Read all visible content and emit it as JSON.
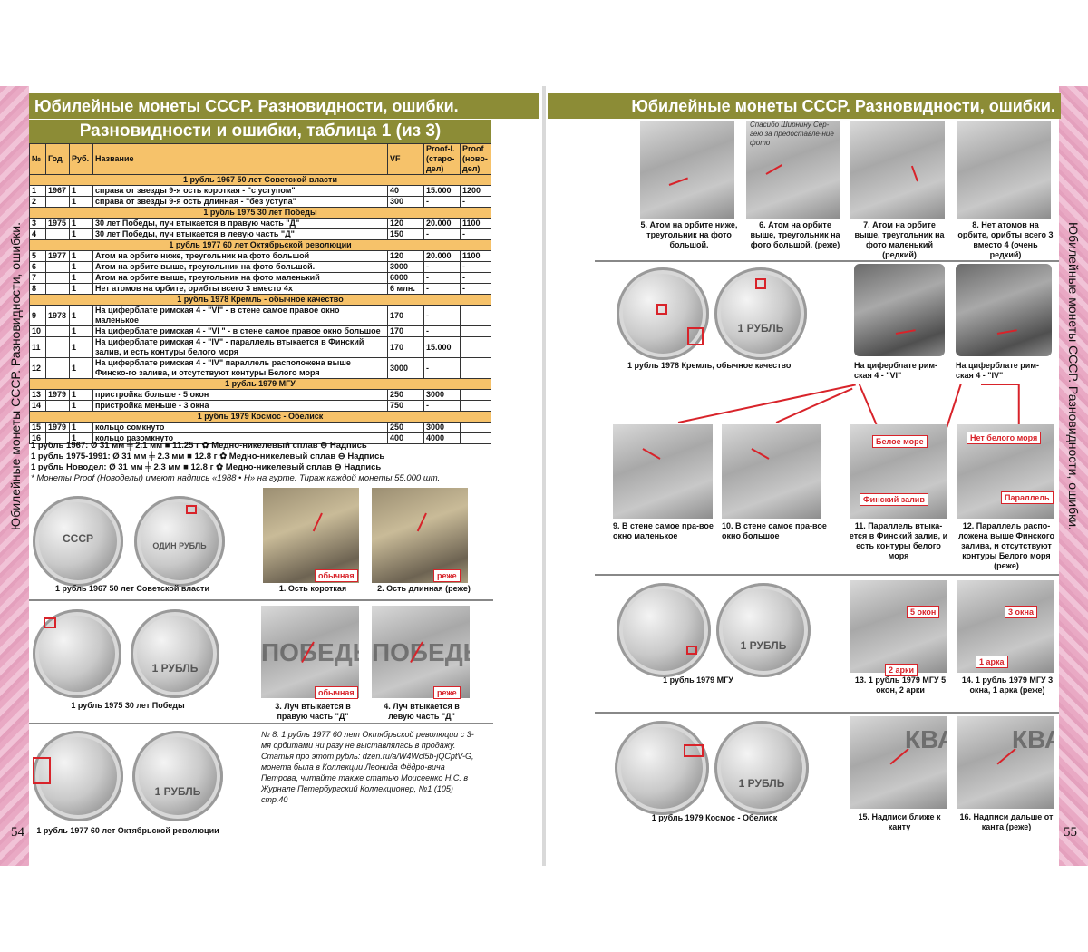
{
  "header_left": "Юбилейные монеты СССР. Разновидности, ошибки.",
  "header_right": "Юбилейные монеты СССР. Разновидности, ошибки.",
  "side_title": "Юбилейные монеты СССР. Разновидности, ошибки.",
  "page_left": "54",
  "page_right": "55",
  "table_title": "Разновидности и ошибки, таблица 1 (из 3)",
  "table_headers": [
    "№",
    "Год",
    "Руб.",
    "Название",
    "VF",
    "Proof-l. (старо-дел)",
    "Proof (ново-дел)"
  ],
  "sections": [
    {
      "title": "1 рубль 1967 50 лет Советской власти",
      "rows": [
        [
          "1",
          "1967",
          "1",
          "справа от звезды 9-я ость короткая - \"с уступом\"",
          "40",
          "15.000",
          "1200"
        ],
        [
          "2",
          "",
          "1",
          "справа от звезды 9-я ость длинная - \"без уступа\"",
          "300",
          "-",
          "-"
        ]
      ]
    },
    {
      "title": "1 рубль 1975 30 лет Победы",
      "rows": [
        [
          "3",
          "1975",
          "1",
          "30 лет Победы, луч втыкается в правую часть \"Д\"",
          "120",
          "20.000",
          "1100"
        ],
        [
          "4",
          "",
          "1",
          "30 лет Победы, луч втыкается в левую часть \"Д\"",
          "150",
          "-",
          "-"
        ]
      ]
    },
    {
      "title": "1 рубль 1977 60 лет Октябрьской революции",
      "rows": [
        [
          "5",
          "1977",
          "1",
          "Атом на орбите ниже, треугольник на фото большой",
          "120",
          "20.000",
          "1100"
        ],
        [
          "6",
          "",
          "1",
          "Атом на орбите выше, треугольник на фото большой.",
          "3000",
          "-",
          "-"
        ],
        [
          "7",
          "",
          "1",
          "Атом на орбите выше, треугольник на фото маленький",
          "6000",
          "-",
          "-"
        ],
        [
          "8",
          "",
          "1",
          "Нет атомов на орбите, орибты всего 3 вместо 4х",
          "6 млн.",
          "-",
          "-"
        ]
      ]
    },
    {
      "title": "1 рубль 1978 Кремль - обычное качество",
      "rows": [
        [
          "9",
          "1978",
          "1",
          "На циферблате римская 4 - \"VI\" - в стене самое правое окно маленькое",
          "170",
          "-",
          ""
        ],
        [
          "10",
          "",
          "1",
          "На циферблате римская 4 - \"VI \" - в стене самое правое окно большое",
          "170",
          "-",
          ""
        ],
        [
          "11",
          "",
          "1",
          "На циферблате римская 4 - \"IV\" - параллель втыкается в Финский залив, и есть контуры белого моря",
          "170",
          "15.000",
          ""
        ],
        [
          "12",
          "",
          "1",
          "На циферблате римская 4 - \"IV\" параллель расположена выше Финско-го залива, и отсутствуют контуры Белого моря",
          "3000",
          "-",
          ""
        ]
      ]
    },
    {
      "title": "1 рубль 1979 МГУ",
      "rows": [
        [
          "13",
          "1979",
          "1",
          "пристройка больше - 5 окон",
          "250",
          "3000",
          ""
        ],
        [
          "14",
          "",
          "1",
          "пристройка меньше - 3 окна",
          "750",
          "-",
          ""
        ]
      ]
    },
    {
      "title": "1 рубль 1979 Космос - Обелиск",
      "rows": [
        [
          "15",
          "1979",
          "1",
          "кольцо сомкнуто",
          "250",
          "3000",
          ""
        ],
        [
          "16",
          "",
          "1",
          "кольцо разомкнуто",
          "400",
          "4000",
          ""
        ]
      ]
    }
  ],
  "notes": {
    "line1": "1 рубль 1967:        Ø 31 мм  ╪ 2.1 мм  ■ 11.25 г  ✿ Медно-никелевый сплав  ⊖ Надпись",
    "line2": "1 рубль 1975-1991: Ø 31 мм  ╪ 2.3 мм  ■ 12.8 г  ✿ Медно-никелевый сплав  ⊖ Надпись",
    "line3": "1 рубль Новодел: Ø 31 мм  ╪ 2.3 мм  ■ 12.8 г  ✿ Медно-никелевый сплав  ⊖ Надпись",
    "line4": "* Монеты Proof (Новоделы) имеют надпись «1988 • Н» на гурте. Тираж каждой монеты 55.000 шт."
  },
  "left_captions": {
    "coin1967": "1 рубль 1967 50 лет Советской власти",
    "c1": "1. Ость короткая",
    "c2": "2. Ость длинная (реже)",
    "tag_common": "обычная",
    "tag_rare": "реже",
    "coin1975": "1 рубль 1975 30 лет Победы",
    "c3": "3. Луч втыкается в правую часть \"Д\"",
    "c4": "4. Луч втыкается в левую часть \"Д\"",
    "coin1977": "1 рубль 1977 60 лет Октябрьской революции",
    "note8": "№ 8: 1 рубль 1977 60 лет Октябрьской революции с 3-мя орбитами ни разу не выставлялась в продажу. Статья про этот рубль: dzen.ru/a/W4Wcl5b-jQCptV-G, монета была в Коллекции Леонида Фёдро-вича Петрова, читайте также статью Моисеенко Н.С. в Журнале Петербургский Коллекционер, №1 (105) стр.40"
  },
  "right_captions": {
    "thanks": "Спасибо Ширнину Сер-гею за предоставле-ние фото",
    "c5": "5. Атом на орбите ниже, треугольник на фото большой.",
    "c6": "6. Атом на орбите выше, треугольник на фото большой. (реже)",
    "c7": "7. Атом на орбите выше, треугольник на фото маленький (редкий)",
    "c8": "8. Нет атомов на орбите, орибты всего 3 вместо 4 (очень редкий)",
    "coin1978": "1 рубль 1978 Кремль, обычное качество",
    "dial_vi": "На циферблате рим-ская 4 - \"VI\"",
    "dial_iv": "На циферблате рим-ская 4 - \"IV\"",
    "c9": "9. В стене самое пра-вое окно маленькое",
    "c10": "10. В стене самое пра-вое окно большое",
    "c11": "11. Параллель втыка-ется в Финский залив, и есть контуры белого моря",
    "c12": "12. Параллель распо-ложена выше Финского залива, и отсутствуют контуры Белого моря (реже)",
    "tag_white_sea": "Белое море",
    "tag_finnish": "Финский залив",
    "tag_no_white_sea": "Нет белого моря",
    "tag_parallel": "Параллель",
    "coin1979mgu": "1 рубль 1979 МГУ",
    "c13": "13. 1 рубль 1979 МГУ 5 окон, 2 арки",
    "c14": "14. 1 рубль 1979 МГУ 3 окна, 1 арка (реже)",
    "tag_5win": "5 окон",
    "tag_2arch": "2 арки",
    "tag_3win": "3 окна",
    "tag_1arch": "1 арка",
    "coin1979kosmos": "1 рубль 1979 Космос - Обелиск",
    "c15": "15. Надписи ближе к канту",
    "c16": "16. Надписи дальше от канта (реже)"
  },
  "coin_texts": {
    "cccp": "СССР",
    "ruble_one": "ОДИН РУБЛЬ",
    "ruble_1": "1 РУБЛЬ",
    "pobedy": "ПОБЕДЫ",
    "kva": "КВА"
  },
  "colors": {
    "header_olive": "#8c8c36",
    "table_yellow": "#f6c26a",
    "accent_red": "#d8232a",
    "pink": "#e9a9c4"
  }
}
